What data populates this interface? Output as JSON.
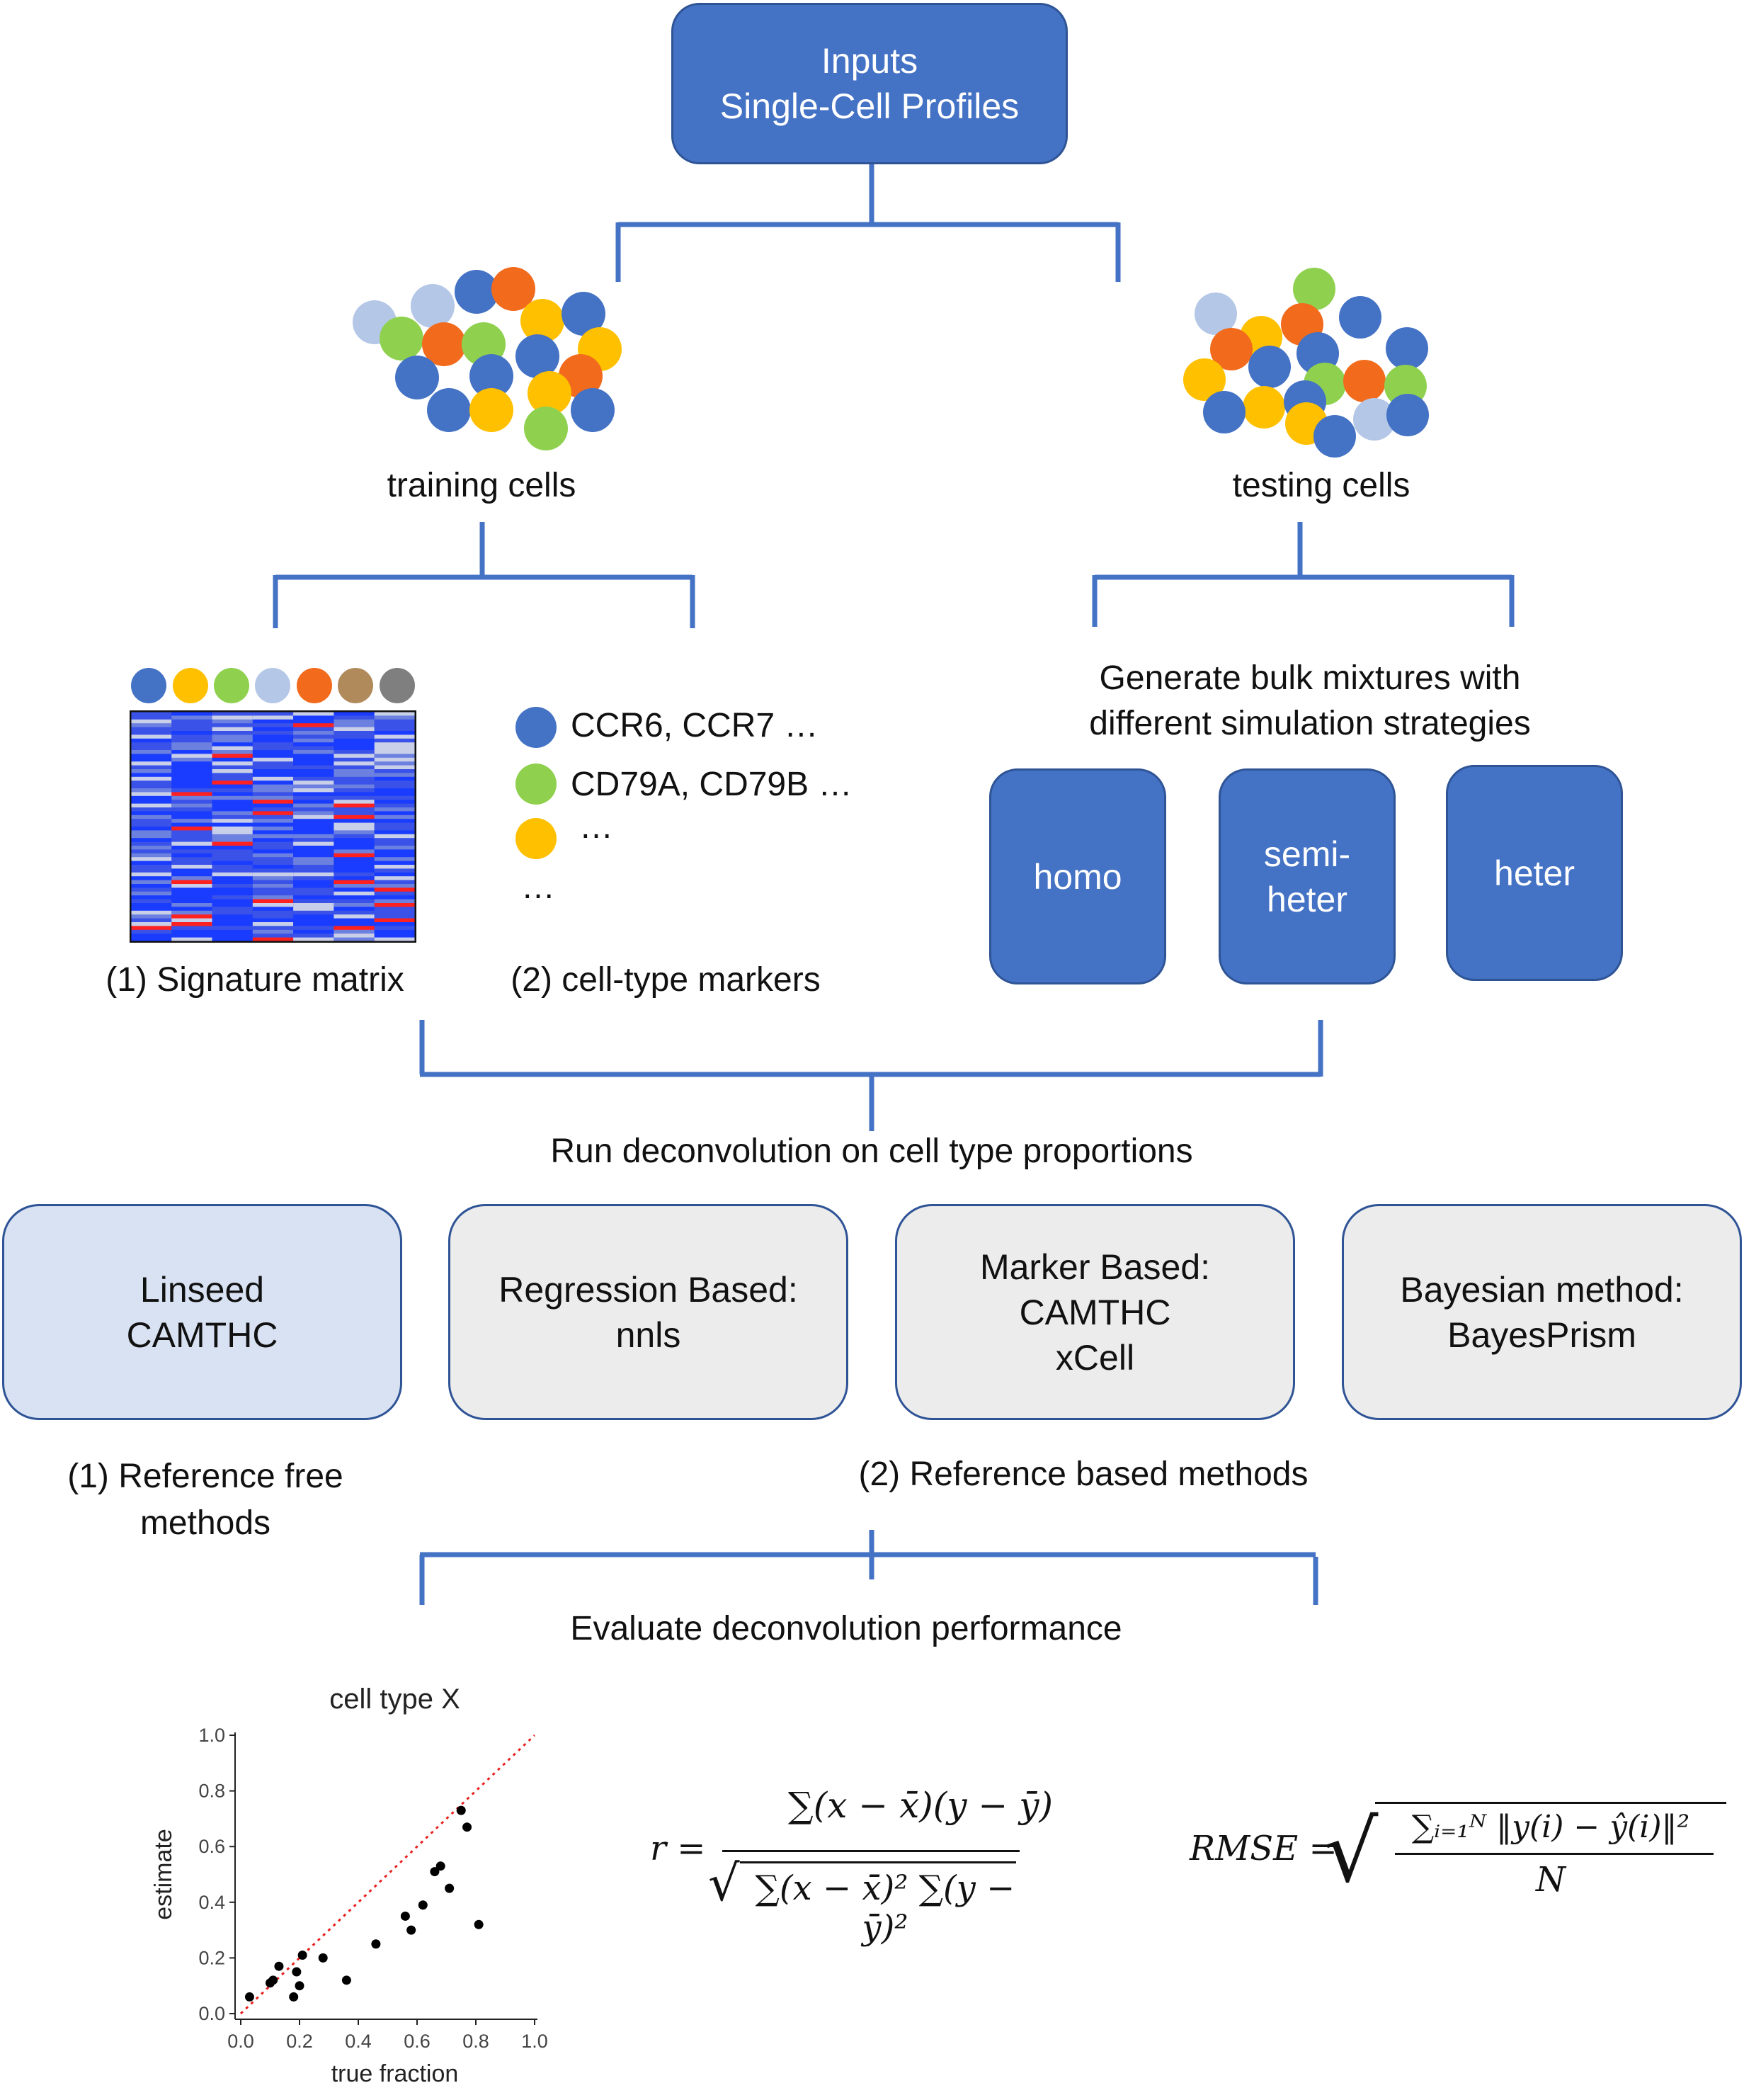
{
  "inputs": {
    "line1": "Inputs",
    "line2": "Single-Cell Profiles"
  },
  "training": {
    "label": "training cells"
  },
  "testing": {
    "label": "testing cells"
  },
  "signature": {
    "label": "(1) Signature matrix"
  },
  "markers": {
    "label": "(2) cell-type markers",
    "items": [
      "CCR6, CCR7 …",
      "CD79A, CD79B …",
      "…",
      "…"
    ]
  },
  "simulation": {
    "title_line1": "Generate bulk mixtures with",
    "title_line2": "different simulation strategies",
    "strategies": [
      {
        "line1": "homo",
        "line2": ""
      },
      {
        "line1": "semi-",
        "line2": "heter"
      },
      {
        "line1": "heter",
        "line2": ""
      }
    ]
  },
  "deconvolution": {
    "label": "Run deconvolution on cell type proportions"
  },
  "methods": [
    {
      "lines": [
        "Linseed",
        "CAMTHC"
      ]
    },
    {
      "lines": [
        "Regression Based:",
        "nnls"
      ]
    },
    {
      "lines": [
        "Marker Based:",
        "CAMTHC",
        "xCell"
      ]
    },
    {
      "lines": [
        "Bayesian method:",
        "BayesPrism"
      ]
    }
  ],
  "method_groups": {
    "free_line1": "(1) Reference free",
    "free_line2": "methods",
    "based": "(2) Reference based methods"
  },
  "evaluate": {
    "label": "Evaluate deconvolution performance"
  },
  "formulas": {
    "r_lhs": "r =",
    "r_numerator": "∑(x − x̄)(y − ȳ)",
    "r_denominator": "∑(x − x̄)² ∑(y − ȳ)²",
    "rmse_lhs": "RMSE =",
    "rmse_numerator": "∑ᵢ₌₁ᴺ ‖y(i) − ŷ(i)‖²",
    "rmse_denominator": "N"
  },
  "colors": {
    "box_blue": "#4472c4",
    "connector": "#4472c4",
    "cell_dark_blue": "#4472c4",
    "cell_light_blue": "#b4c7e7",
    "cell_orange": "#f26b1d",
    "cell_yellow": "#ffc000",
    "cell_green": "#8fd14f",
    "cell_brown": "#b08a5a",
    "cell_gray": "#7f7f7f",
    "heatmap_red": "#ff2020",
    "heatmap_blue": "#1a3cff"
  },
  "chart_data": {
    "type": "scatter",
    "title": "cell type X",
    "xlabel": "true fraction",
    "ylabel": "estimate",
    "xlim": [
      0,
      1
    ],
    "ylim": [
      0,
      1
    ],
    "xticks": [
      "0.0",
      "0.2",
      "0.4",
      "0.6",
      "0.8",
      "1.0"
    ],
    "yticks": [
      "0.0",
      "0.2",
      "0.4",
      "0.6",
      "0.8",
      "1.0"
    ],
    "reference_line": "y = x",
    "grid": false,
    "series": [
      {
        "points": [
          [
            0.03,
            0.06
          ],
          [
            0.1,
            0.11
          ],
          [
            0.11,
            0.12
          ],
          [
            0.13,
            0.17
          ],
          [
            0.18,
            0.06
          ],
          [
            0.19,
            0.15
          ],
          [
            0.2,
            0.1
          ],
          [
            0.21,
            0.21
          ],
          [
            0.28,
            0.2
          ],
          [
            0.36,
            0.12
          ],
          [
            0.46,
            0.25
          ],
          [
            0.56,
            0.35
          ],
          [
            0.58,
            0.3
          ],
          [
            0.62,
            0.39
          ],
          [
            0.66,
            0.51
          ],
          [
            0.68,
            0.53
          ],
          [
            0.71,
            0.45
          ],
          [
            0.75,
            0.73
          ],
          [
            0.77,
            0.67
          ],
          [
            0.81,
            0.32
          ]
        ]
      }
    ]
  }
}
